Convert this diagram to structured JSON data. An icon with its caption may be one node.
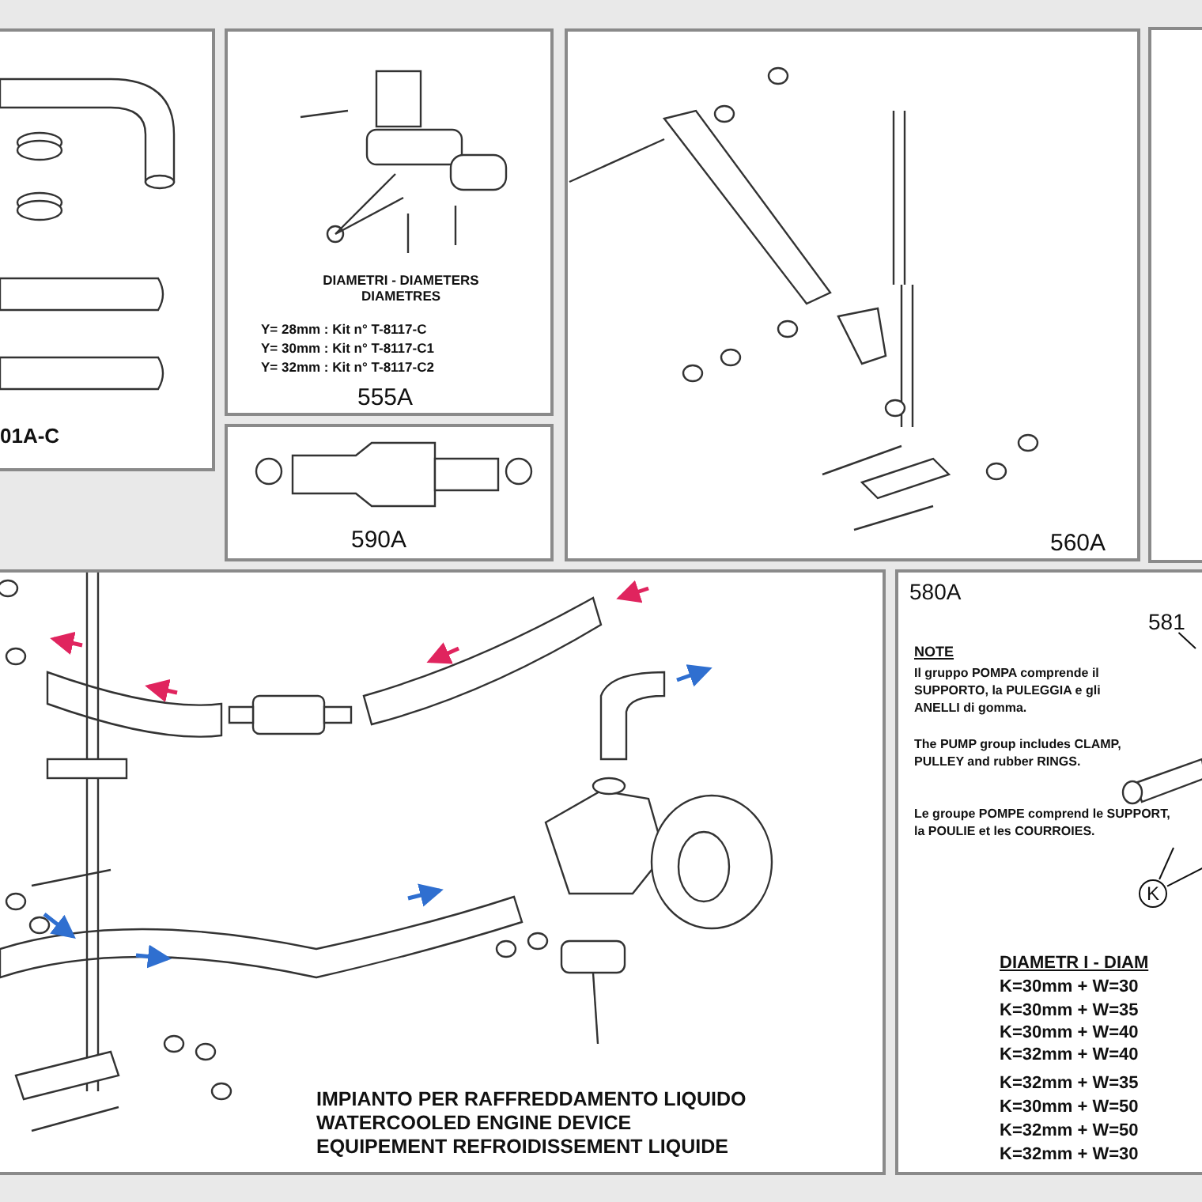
{
  "diagram": {
    "nodes": [
      {
        "text": [
          "01A-C"
        ]
      },
      {
        "text": [
          "DIAMETRI - DIAMETERS DIAMETRES",
          "Y= 28mm : Kit n° T-8117-C",
          "Y= 30mm : Kit n° T-8117-C1",
          "Y= 32mm : Kit n° T-8117-C2",
          "555A"
        ]
      },
      {
        "text": [
          "590A"
        ]
      },
      {
        "text": [
          "560A"
        ]
      },
      {
        "text": [
          "IMPIANTO PER RAFFREDDAMENTO LIQUIDO",
          "WATERCOOLED ENGINE DEVICE",
          "EQUIPEMENT REFROIDISSEMENT LIQUIDE"
        ]
      },
      {
        "text": [
          "580A",
          "NOTE",
          "Il gruppo POMPA comprende il SUPPORTO, la PULEGGIA e gli ANELLI di gomma.",
          "The PUMP group includes CLAMP, PULLEY and rubber RINGS.",
          "Le groupe POMPE comprend le SUPPORT, la POULIE et les COURROIES.",
          "DIAMETR I - DIAM",
          "K=30mm + W=30",
          "K=30mm + W=35",
          "K=30mm + W=40",
          "K=32mm + W=40",
          "K=32mm + W=35",
          "K=30mm + W=50",
          "K=32mm + W=50",
          "K=32mm + W=30"
        ]
      },
      {
        "text": [
          "581"
        ],
        "in": 5
      },
      {
        "text": [
          "K"
        ],
        "in": 5
      }
    ],
    "edges": [
      {
        "from": 6,
        "to": null,
        "arrow": "none"
      },
      {
        "from": 7,
        "to": null,
        "arrow": "none"
      },
      {
        "from": 7,
        "to": null,
        "arrow": "none"
      }
    ]
  }
}
